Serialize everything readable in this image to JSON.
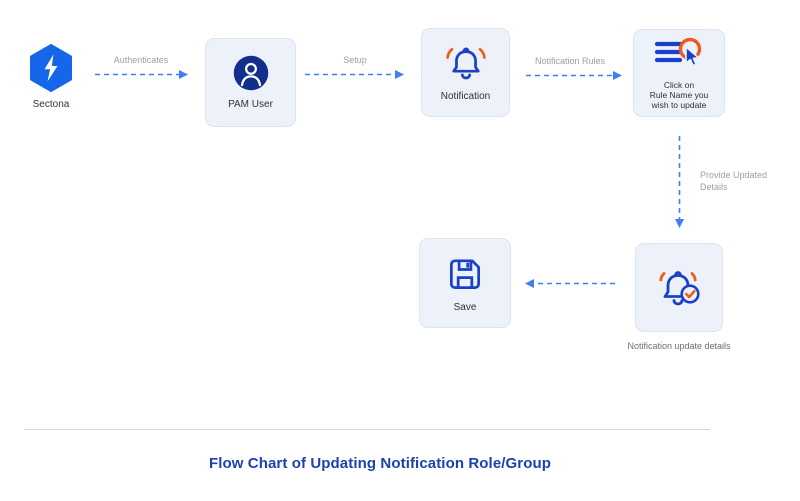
{
  "page": {
    "title": "Flow Chart of Updating Notification Role/Group",
    "title_color": "#1d41ad"
  },
  "colors": {
    "arrow_blue": "#3e7ef7",
    "icon_blue": "#1940c9",
    "icon_navy": "#132f8d",
    "icon_orange": "#f4581c",
    "logo_blue": "#1566e8",
    "node_bg": "#edf1fa",
    "node_border": "#dce4f1",
    "label_gray": "#9aa0a8",
    "sub_label_gray": "#6a7078"
  },
  "nodes": {
    "sectona": {
      "label": "Sectona",
      "icon": "sectona-logo-icon"
    },
    "pam_user": {
      "label": "PAM User",
      "icon": "user-icon"
    },
    "notification": {
      "label": "Notification",
      "icon": "bell-icon"
    },
    "click_rule": {
      "label": "Click on Rule Name you wish to update",
      "lines": [
        "Click on",
        "Rule Name you",
        "wish to update"
      ],
      "icon": "menu-cursor-icon"
    },
    "notification_update": {
      "label": "Notification update details",
      "icon": "bell-check-icon"
    },
    "save": {
      "label": "Save",
      "icon": "save-icon"
    }
  },
  "edges": {
    "authenticates": {
      "label": "Authenticates",
      "direction": "right"
    },
    "setup": {
      "label": "Setup",
      "direction": "right"
    },
    "notification_rules": {
      "label": "Notification Rules",
      "direction": "right"
    },
    "provide_updated": {
      "label": "Provide Updated Details",
      "direction": "down"
    },
    "to_save": {
      "label": "",
      "direction": "left"
    }
  }
}
